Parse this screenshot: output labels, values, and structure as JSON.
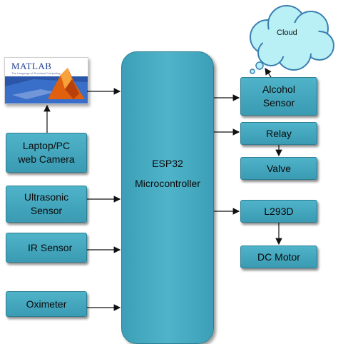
{
  "cloud": {
    "label": "Cloud"
  },
  "matlab": {
    "logo_text": "MATLAB",
    "tagline": "The Language of Technical Computing"
  },
  "inputs": {
    "camera": {
      "line1": "Laptop/PC",
      "line2": "web Camera"
    },
    "ultrasonic": {
      "line1": "Ultrasonic",
      "line2": "Sensor"
    },
    "ir": {
      "label": "IR Sensor"
    },
    "oximeter": {
      "label": "Oximeter"
    }
  },
  "controller": {
    "line1": "ESP32",
    "line2": "Microcontroller"
  },
  "outputs": {
    "alcohol": {
      "line1": "Alcohol",
      "line2": "Sensor"
    },
    "relay": {
      "label": "Relay"
    },
    "valve": {
      "label": "Valve"
    },
    "driver": {
      "label": "L293D"
    },
    "motor": {
      "label": "DC Motor"
    }
  }
}
